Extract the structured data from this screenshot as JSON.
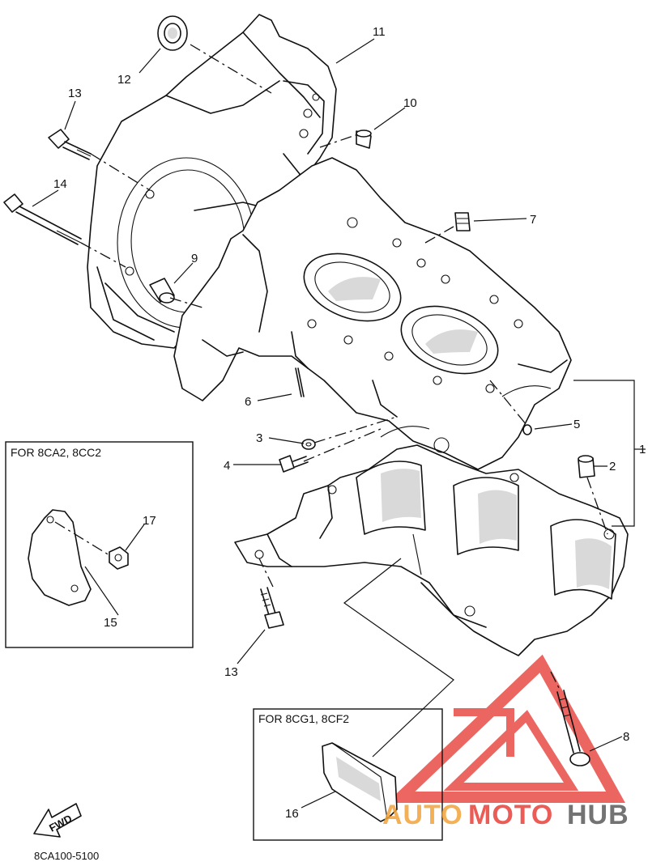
{
  "diagram": {
    "part_numbers": {
      "p1": "1",
      "p2": "2",
      "p3": "3",
      "p4": "4",
      "p5": "5",
      "p6": "6",
      "p7": "7",
      "p8": "8",
      "p9": "9",
      "p10": "10",
      "p11": "11",
      "p12": "12",
      "p13a": "13",
      "p13b": "13",
      "p14": "14",
      "p15": "15",
      "p16": "16",
      "p17": "17"
    },
    "boxes": {
      "left_box_label": "FOR 8CA2, 8CC2",
      "bottom_box_label": "FOR 8CG1, 8CF2"
    },
    "fwd_label": "FWD",
    "diagram_code": "8CA100-5100",
    "watermark": {
      "text_auto": "AUTO",
      "text_moto": "MOTO",
      "text_hub": "HUB",
      "color_red": "#e8403a",
      "color_orange": "#f2a33a",
      "color_grey": "#5b5b5b"
    }
  }
}
